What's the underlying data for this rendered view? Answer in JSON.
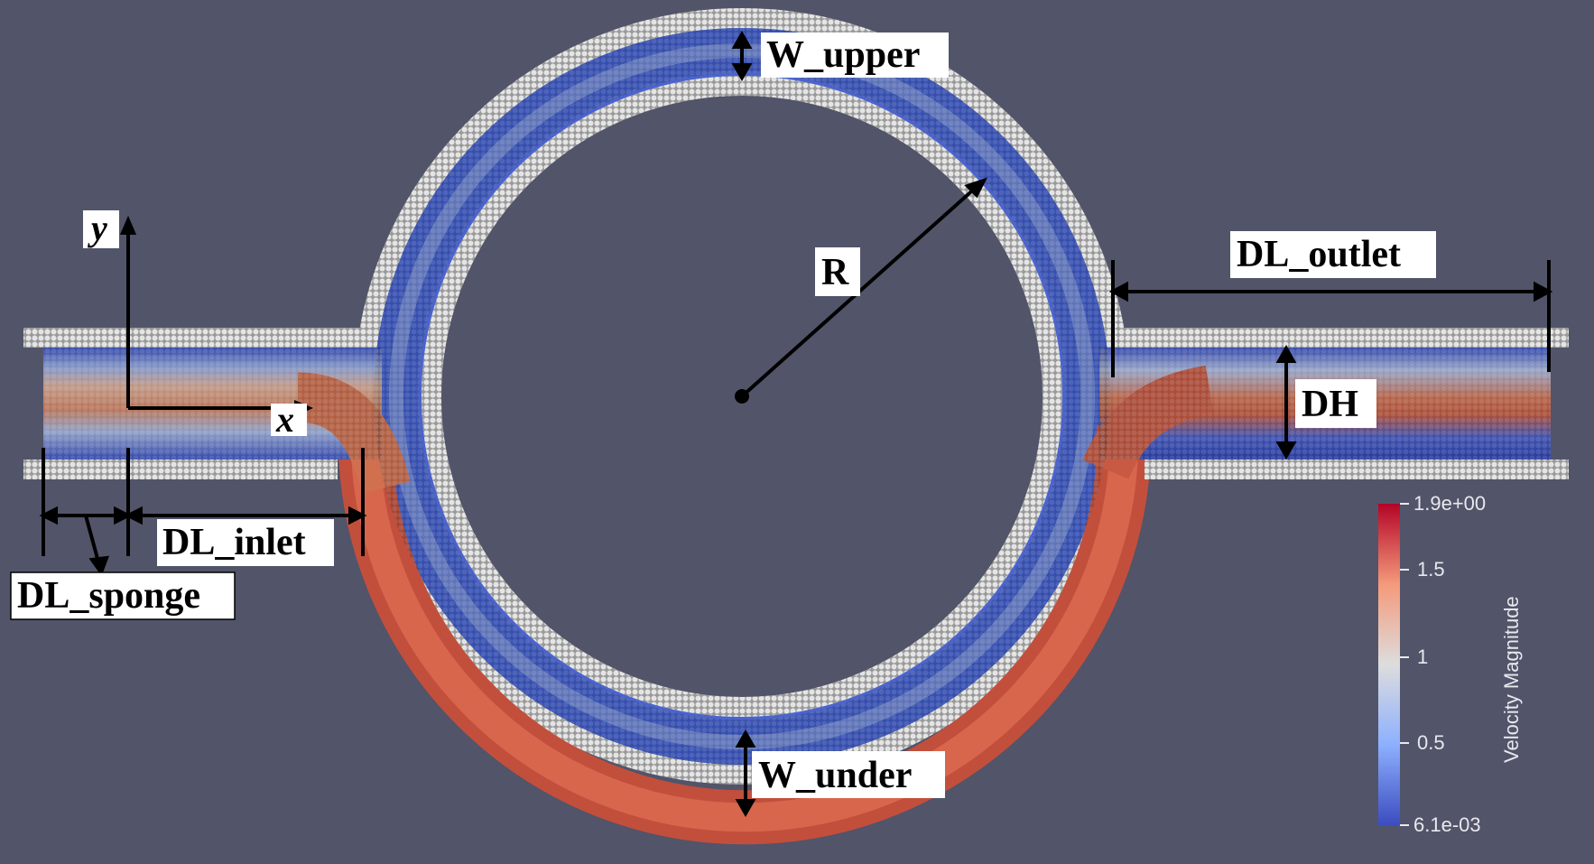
{
  "labels": {
    "w_upper": "W_upper",
    "w_under": "W_under",
    "radius": "R",
    "dl_outlet": "DL_outlet",
    "dl_inlet": "DL_inlet",
    "dl_sponge": "DL_sponge",
    "dh": "DH",
    "axis_x": "x",
    "axis_y": "y"
  },
  "colorbar": {
    "title": "Velocity Magnitude",
    "tick_max": "1.9e+00",
    "tick_1_5": "1.5",
    "tick_1": "1",
    "tick_0_5": "0.5",
    "tick_min": "6.1e-03",
    "color_high": "#b40426",
    "color_mid": "#dddddd",
    "color_low": "#3b4cc0"
  },
  "colors": {
    "background": "#525469",
    "wall_particles": "#d4d4d4",
    "annotation": "#000000"
  }
}
